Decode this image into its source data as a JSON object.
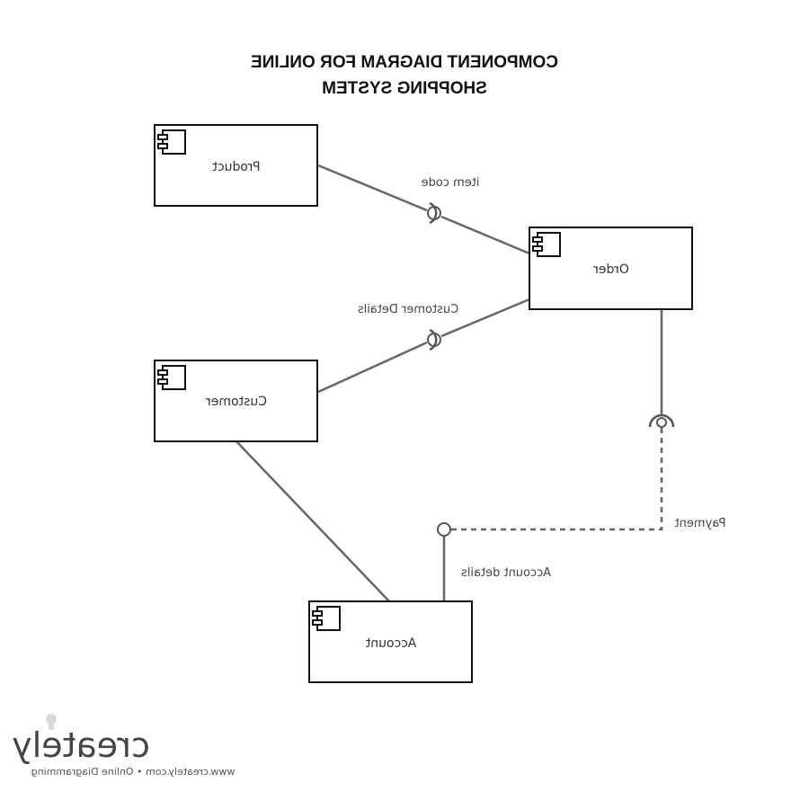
{
  "title_lines": [
    "COMPONENT DIAGRAM FOR ONLINE",
    "SHOPPING SYSTEM"
  ],
  "components": {
    "product": "Product",
    "order": "Order",
    "customer": "Customer",
    "account": "Account"
  },
  "interfaces": {
    "item_code": "item code",
    "customer_details": "Customer Details",
    "payment": "Payment",
    "account_details": "Account details"
  },
  "branding": {
    "logo": "creately",
    "tagline": "www.creately.com • Online Diagramming"
  }
}
